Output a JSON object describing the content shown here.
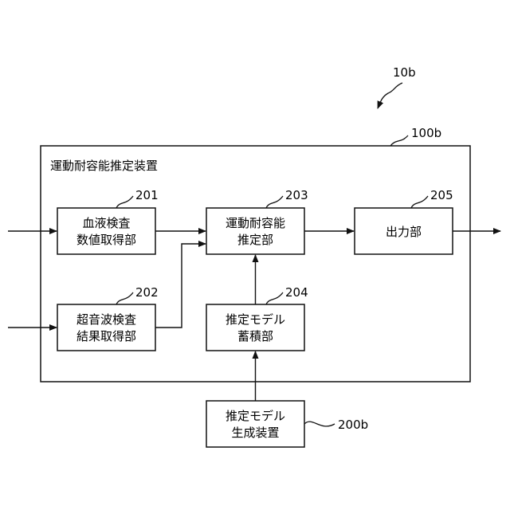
{
  "system_ref": "10b",
  "device_ref": "100b",
  "device_title": "運動耐容能推定装置",
  "blocks": {
    "b201": {
      "ref": "201",
      "lines": [
        "血液検査",
        "数値取得部"
      ]
    },
    "b202": {
      "ref": "202",
      "lines": [
        "超音波検査",
        "結果取得部"
      ]
    },
    "b203": {
      "ref": "203",
      "lines": [
        "運動耐容能",
        "推定部"
      ]
    },
    "b204": {
      "ref": "204",
      "lines": [
        "推定モデル",
        "蓄積部"
      ]
    },
    "b205": {
      "ref": "205",
      "lines": [
        "出力部"
      ]
    },
    "gen": {
      "ref": "200b",
      "lines": [
        "推定モデル",
        "生成装置"
      ]
    }
  }
}
